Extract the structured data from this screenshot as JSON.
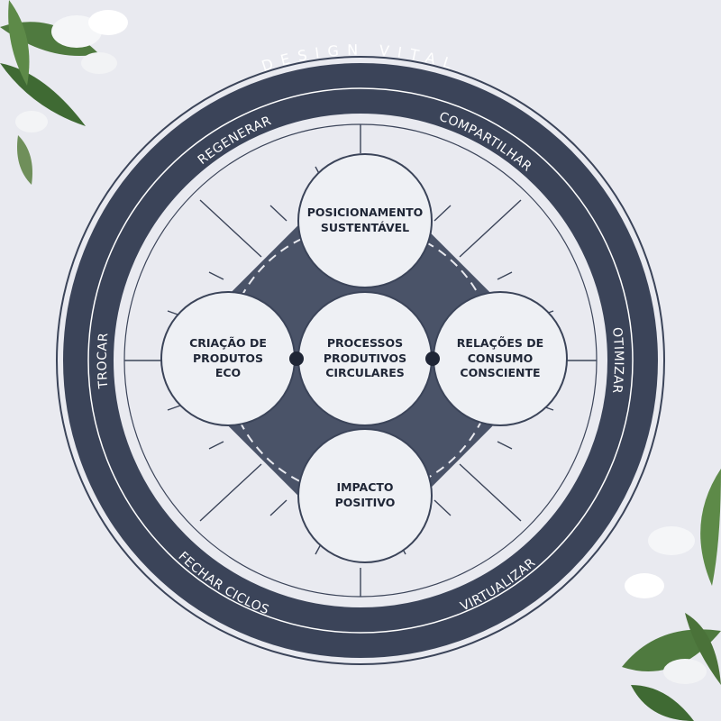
{
  "title": "DESIGN VITAL",
  "ring_labels": {
    "regenerar": "REGENERAR",
    "compartilhar": "COMPARTILHAR",
    "otimizar": "OTIMIZAR",
    "virtualizar": "VIRTUALIZAR",
    "fechar_ciclos": "FECHAR CICLOS",
    "trocar": "TROCAR"
  },
  "nodes": {
    "top": "POSICIONAMENTO\nSUSTENTÁVEL",
    "left": "CRIAÇÃO DE\nPRODUTOS\nECO",
    "center": "PROCESSOS\nPRODUTIVOS\nCIRCULARES",
    "right": "RELAÇÕES DE\nCONSUMO\nCONSCIENTE",
    "bottom": "IMPACTO\nPOSITIVO"
  },
  "colors": {
    "background": "#e9eaf0",
    "ring": "#3b4459",
    "diamond": "#4a5368",
    "node_fill": "#eef0f4",
    "leaf": "#4f7a3f"
  },
  "decorations": {
    "top_left": "lily-flowers",
    "bottom_right": "lily-flowers"
  }
}
